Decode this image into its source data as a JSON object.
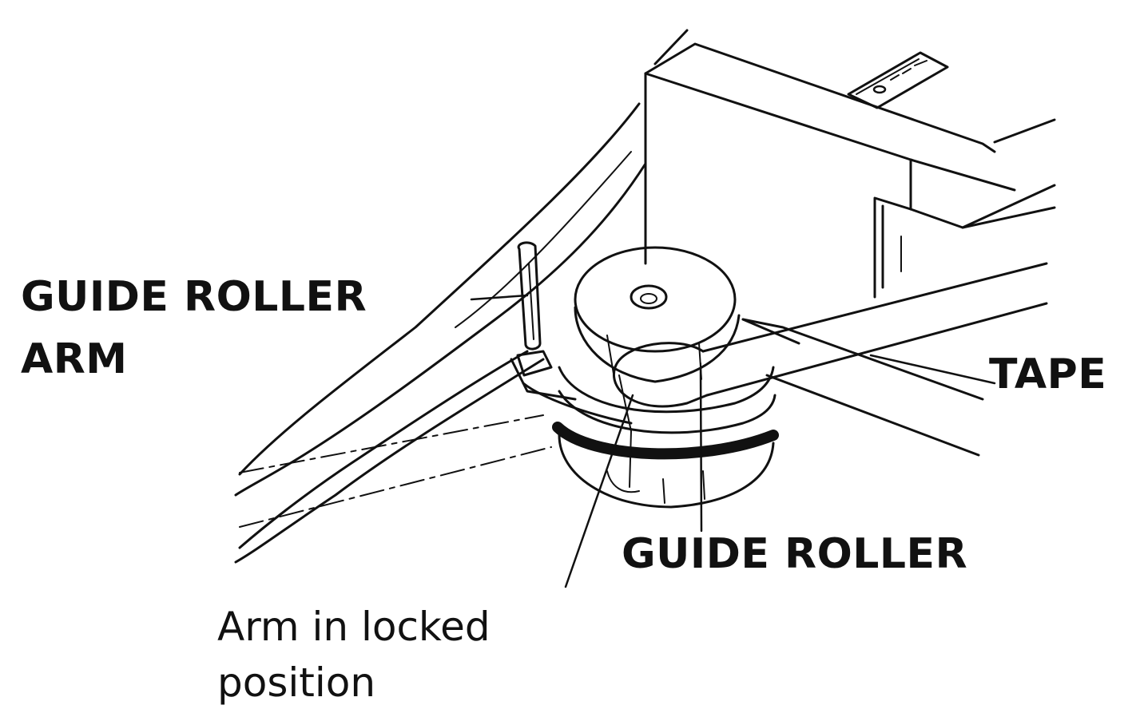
{
  "labels": {
    "guide_roller_arm_line1": "GUIDE ROLLER",
    "guide_roller_arm_line2": "ARM",
    "tape": "TAPE",
    "guide_roller": "GUIDE ROLLER",
    "arm_locked_line1": "Arm in locked",
    "arm_locked_line2": "position"
  },
  "colors": {
    "ink": "#111111",
    "background": "#ffffff"
  }
}
